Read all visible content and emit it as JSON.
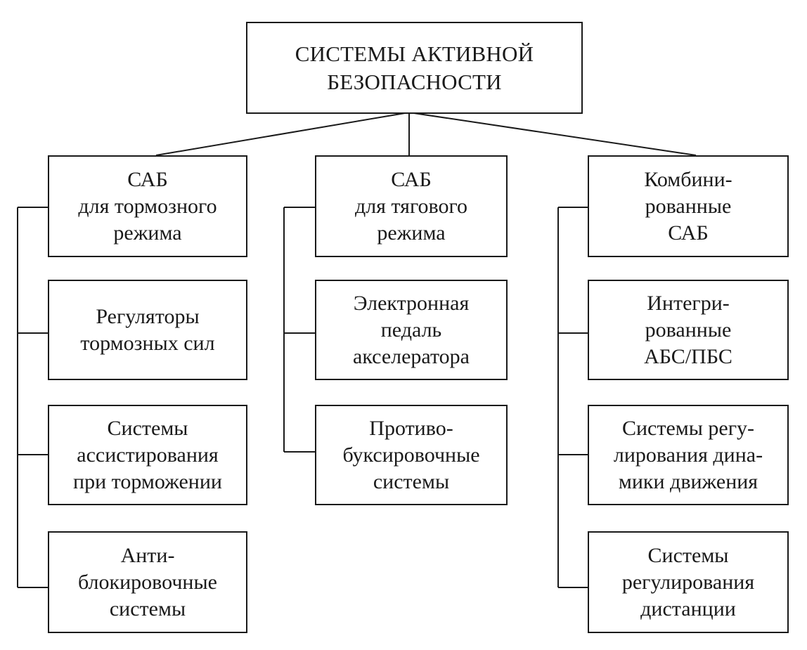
{
  "root": {
    "lines": [
      "СИСТЕМЫ АКТИВНОЙ",
      "БЕЗОПАСНОСТИ"
    ]
  },
  "columns": [
    {
      "header": {
        "lines": [
          "САБ",
          "для тормозного",
          "режима"
        ]
      },
      "children": [
        {
          "lines": [
            "Регуляторы",
            "тормозных сил"
          ]
        },
        {
          "lines": [
            "Системы",
            "ассистирования",
            "при торможении"
          ]
        },
        {
          "lines": [
            "Анти-",
            "блокировочные",
            "системы"
          ]
        }
      ]
    },
    {
      "header": {
        "lines": [
          "САБ",
          "для тягового",
          "режима"
        ]
      },
      "children": [
        {
          "lines": [
            "Электронная",
            "педаль",
            "акселератора"
          ]
        },
        {
          "lines": [
            "Противо-",
            "буксировочные",
            "системы"
          ]
        }
      ]
    },
    {
      "header": {
        "lines": [
          "Комбини-",
          "рованные",
          "САБ"
        ]
      },
      "children": [
        {
          "lines": [
            "Интегри-",
            "рованные",
            "АБС/ПБС"
          ]
        },
        {
          "lines": [
            "Системы регу-",
            "лирования дина-",
            "мики движения"
          ]
        },
        {
          "lines": [
            "Системы",
            "регулирования",
            "дистанции"
          ]
        }
      ]
    }
  ]
}
